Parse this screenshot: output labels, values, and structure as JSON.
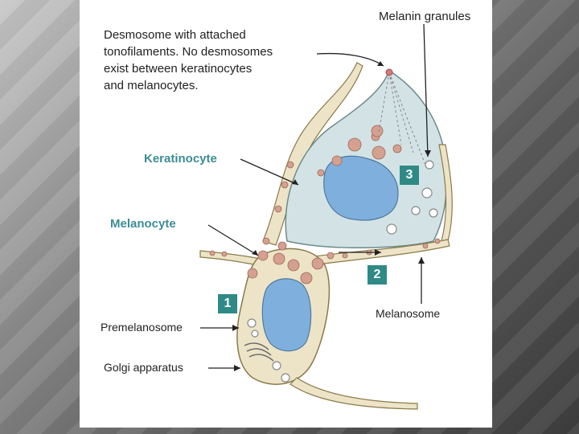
{
  "labels": {
    "desmosome_line1": "Desmosome with attached",
    "desmosome_line2": "tonofilaments. No desmosomes",
    "desmosome_line3": "exist between keratinocytes",
    "desmosome_line4": "and melanocytes.",
    "melanin_granules": "Melanin granules",
    "keratinocyte": "Keratinocyte",
    "melanocyte": "Melanocyte",
    "premelanosome": "Premelanosome",
    "golgi": "Golgi apparatus",
    "melanosome": "Melanosome"
  },
  "steps": [
    "1",
    "2",
    "3"
  ],
  "colors": {
    "keratinocyte_fill": "#d3e3e5",
    "melanocyte_fill": "#ede4c8",
    "nucleus_fill": "#7fb0dd",
    "granule_fill": "#d5a090",
    "step_badge": "#2f8a86",
    "teal_label": "#3c8c96"
  }
}
